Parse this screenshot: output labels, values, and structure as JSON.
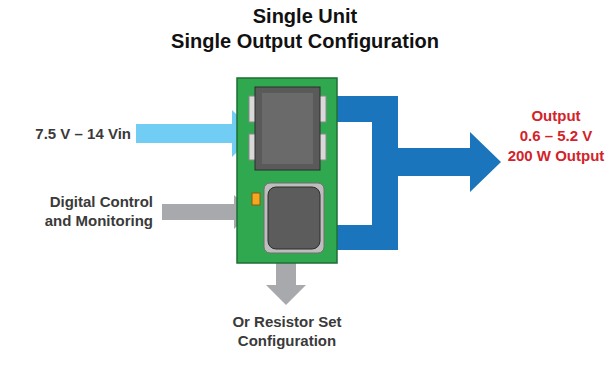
{
  "diagram": {
    "title": "Single Unit Single Output Configuration",
    "labels": [
      "7.5 V – 14 Vin",
      "Digital Control and Monitoring",
      "Or Resistor Set Configuration",
      "Output 0.6 – 5.2 V 200 W Output"
    ]
  }
}
